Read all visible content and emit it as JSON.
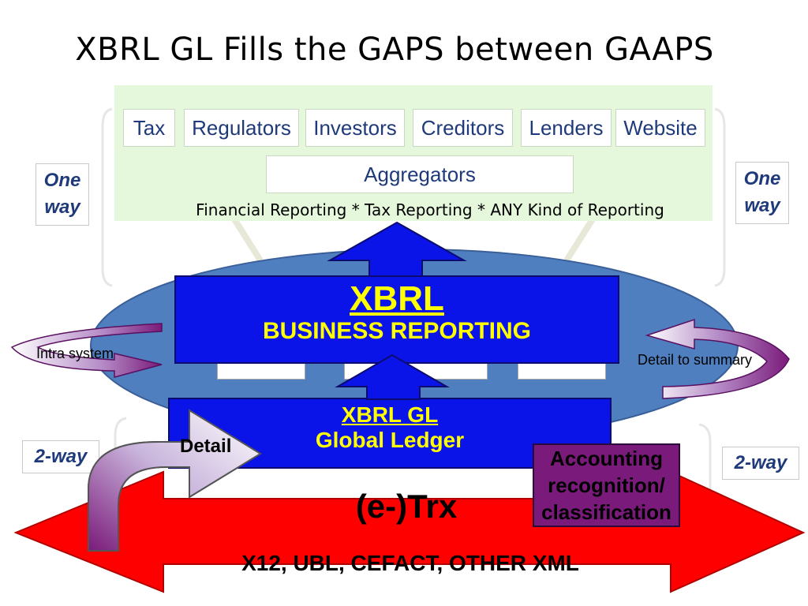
{
  "title": "XBRL GL Fills the GAPS between GAAPS",
  "stakeholders": [
    "Tax",
    "Regulators",
    "Investors",
    "Creditors",
    "Lenders",
    "Website"
  ],
  "aggregators": "Aggregators",
  "reporting_caption": "Financial Reporting * Tax Reporting * ANY Kind of Reporting",
  "side_labels": {
    "one_way_line1": "One",
    "one_way_line2": "way",
    "two_way": "2-way"
  },
  "xbrl": {
    "title": "XBRL",
    "subtitle": "BUSINESS REPORTING"
  },
  "xbrl_gl": {
    "title": "XBRL GL",
    "subtitle": "Global Ledger"
  },
  "trx": {
    "label": "(e-)Trx",
    "standards": "X12, UBL, CEFACT, OTHER XML"
  },
  "accounting": [
    "Accounting",
    "recognition/",
    "classification"
  ],
  "detail": "Detail",
  "intra_system": "Intra system",
  "detail_to_summary": "Detail to summary",
  "colors": {
    "green_panel": "#e5f8dc",
    "ellipse": "#4f7fbf",
    "blue_box": "#0a14e8",
    "yellow_text": "#ffff00",
    "red_arrow": "#ff0000",
    "purple": "#7a1a7a",
    "navy_text": "#1f3a7a"
  }
}
